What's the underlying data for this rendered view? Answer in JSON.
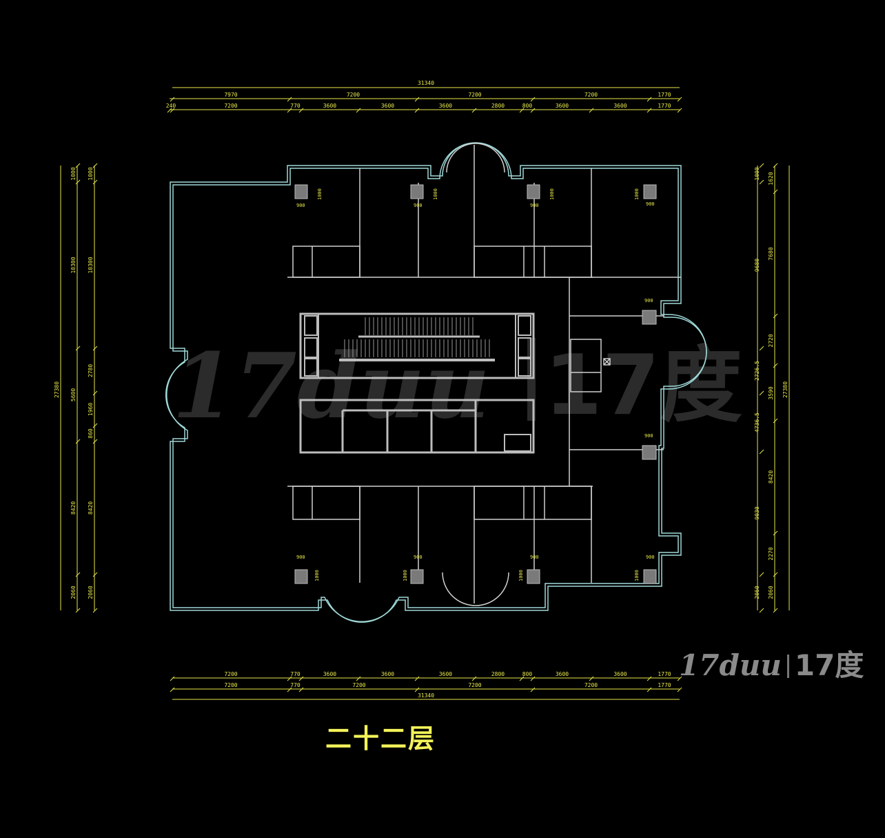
{
  "title": "二十二层",
  "watermark": {
    "latin": "17duu",
    "cjk": "17度"
  },
  "top_dims": {
    "total": "31340",
    "row1": [
      "7970",
      "7200",
      "7200",
      "7200",
      "1770"
    ],
    "row2": [
      "240",
      "7200",
      "770",
      "3600",
      "3600",
      "3600",
      "2800",
      "800",
      "3600",
      "3600",
      "1770"
    ]
  },
  "bottom_dims": {
    "row1": [
      "7200",
      "770",
      "3600",
      "3600",
      "3600",
      "2800",
      "800",
      "3600",
      "3600",
      "1770"
    ],
    "row2": [
      "7200",
      "770",
      "7200",
      "7200",
      "7200",
      "1770"
    ],
    "total": "31340"
  },
  "left_dims": {
    "total": "27380",
    "outer": [
      "1000",
      "10300",
      "5600",
      "8420",
      "2060"
    ],
    "inner": [
      "1000",
      "10300",
      "2780",
      "1960",
      "860",
      "8420",
      "2060"
    ]
  },
  "right_dims": {
    "total": "27380",
    "outer": [
      "1000",
      "9680",
      "2726.5",
      "4736.5",
      "9030",
      "2060"
    ],
    "inner": [
      "1620",
      "7680",
      "2720",
      "3590",
      "8420",
      "2270",
      "2060"
    ]
  },
  "room_marks": {
    "w": "900",
    "h": "1000"
  },
  "colors": {
    "wall": "#9fd8d8",
    "inner": "#cfcfcf",
    "dim": "#e8e84a",
    "title": "#f3f35a",
    "watermark": "#2b2b2b"
  }
}
